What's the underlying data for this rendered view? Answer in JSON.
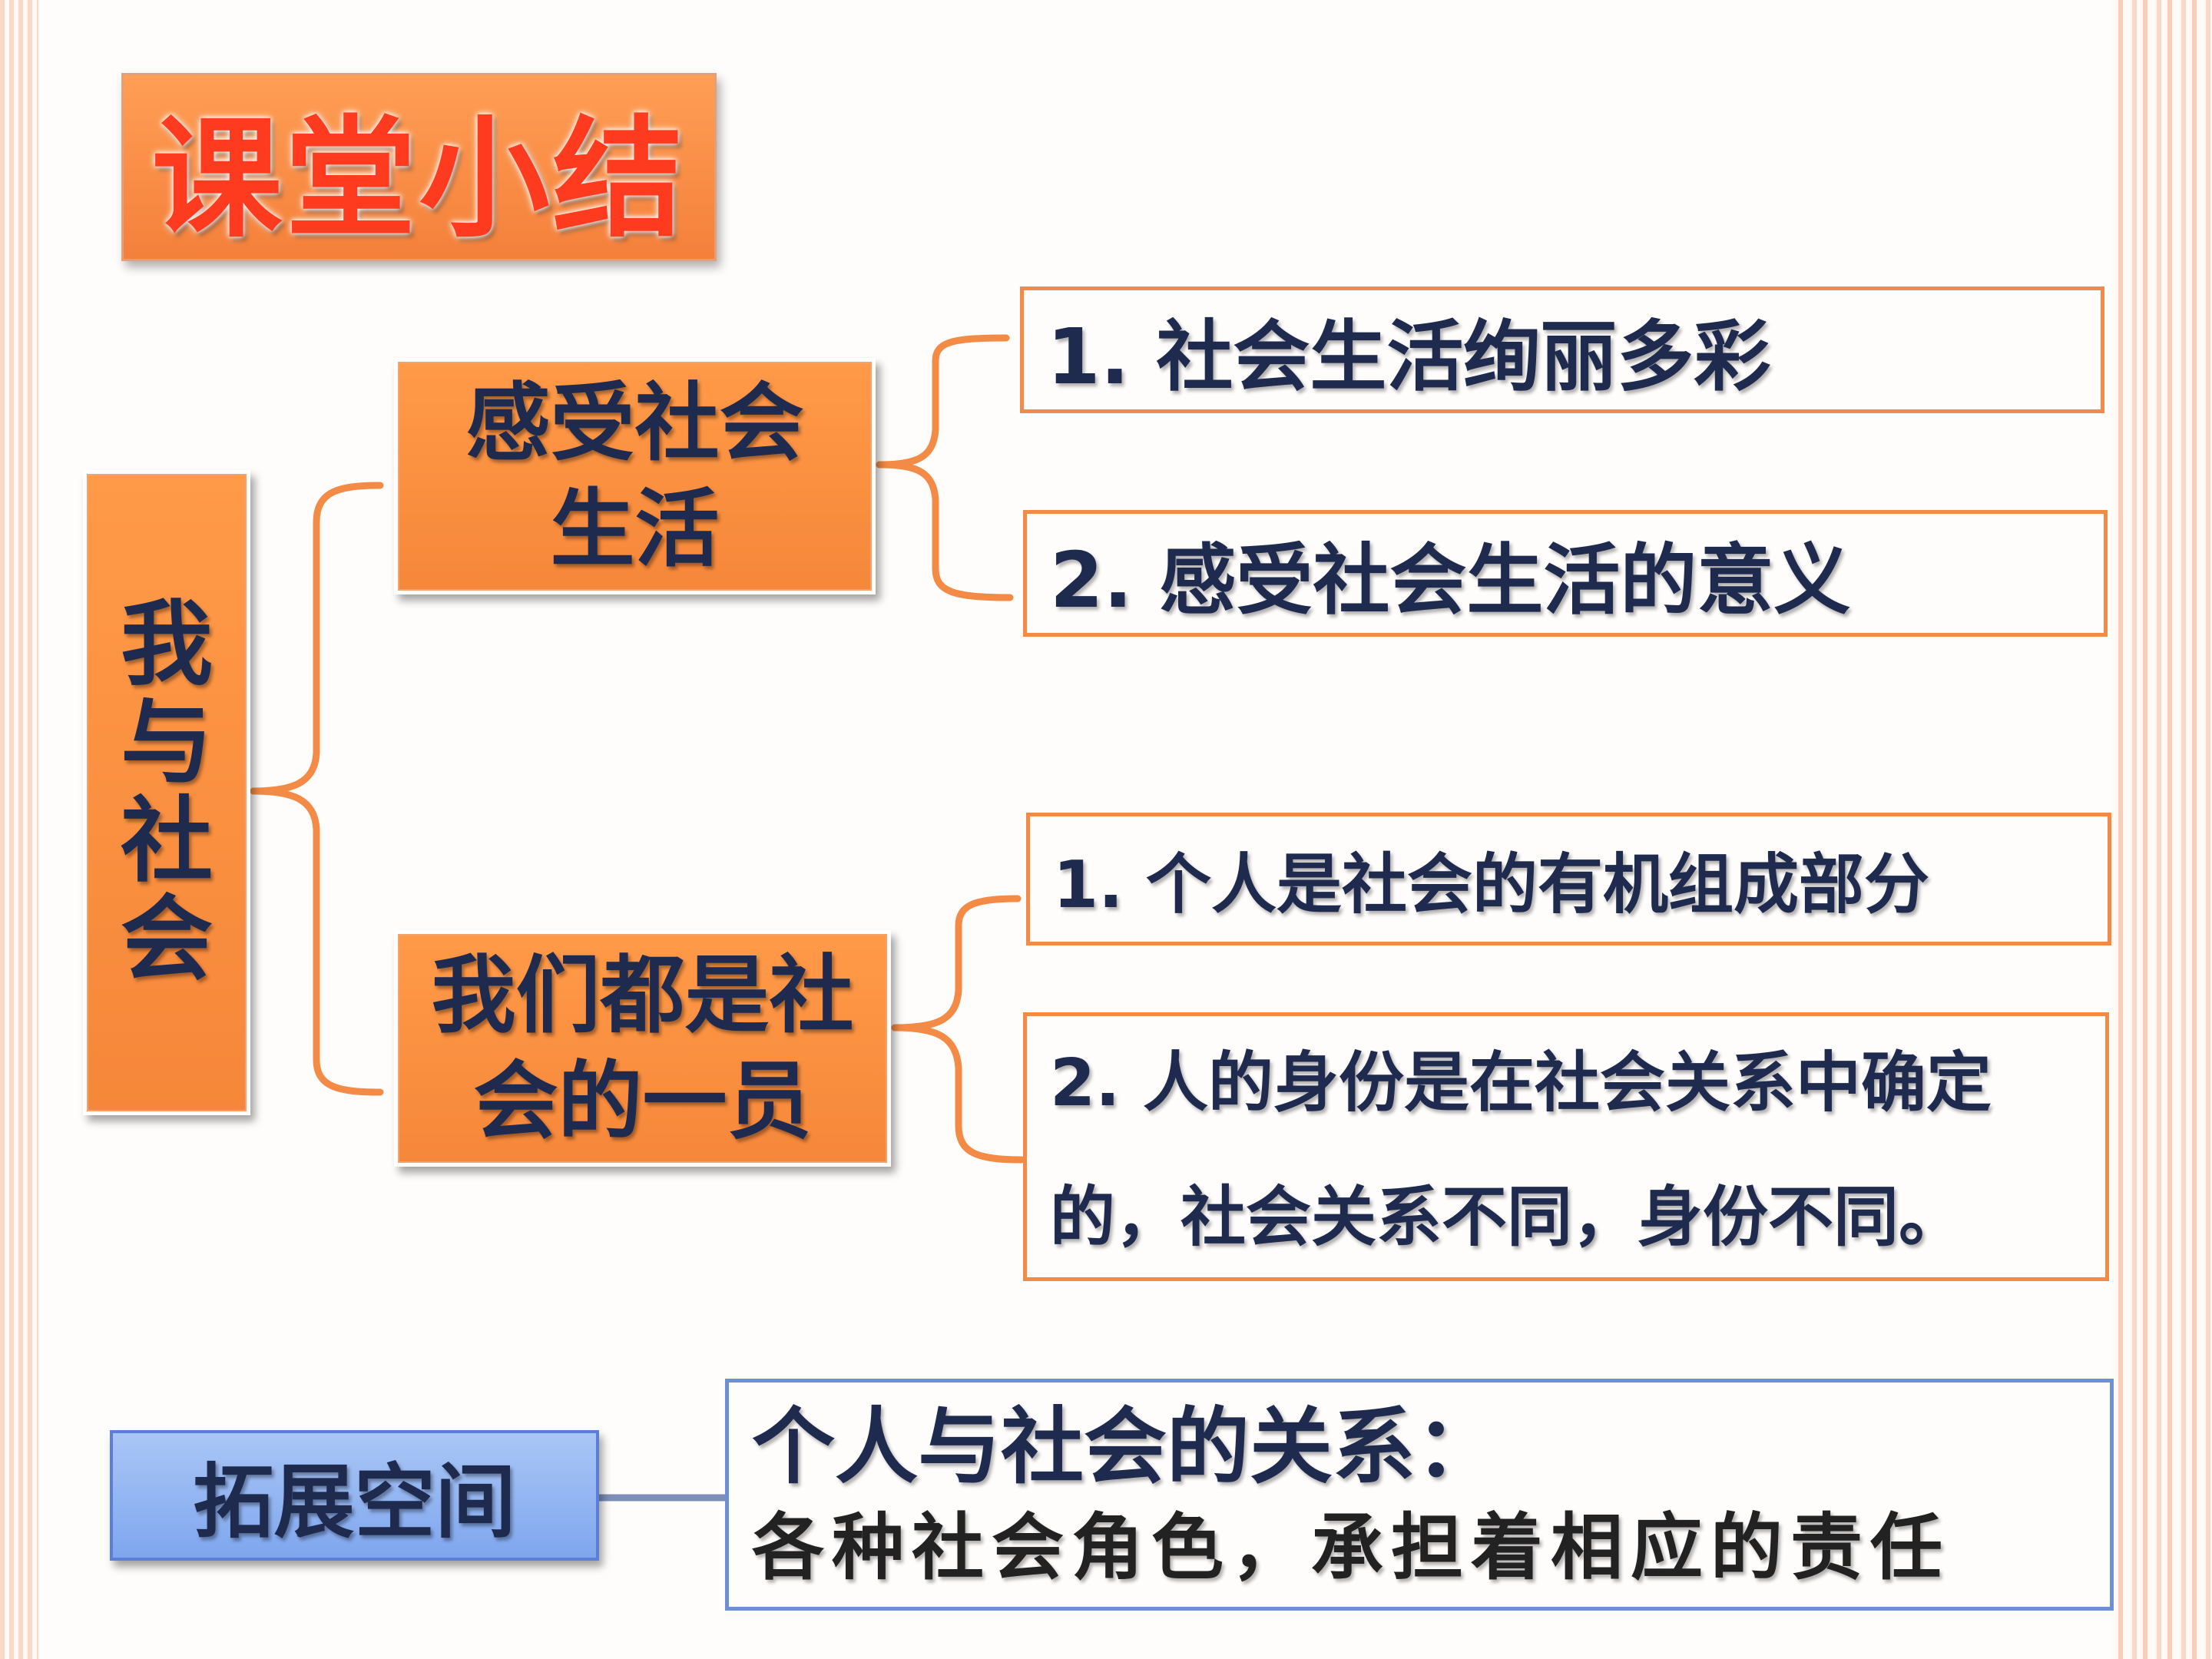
{
  "title": "课堂小结",
  "mindmap": {
    "root": "我与社会",
    "branches": [
      {
        "label_line1": "感受社会",
        "label_line2": "生活",
        "items": [
          {
            "text": "1. 社会生活绚丽多彩"
          },
          {
            "text": "2. 感受社会生活的意义"
          }
        ]
      },
      {
        "label_line1": "我们都是社",
        "label_line2": "会的一员",
        "items": [
          {
            "text": "1. 个人是社会的有机组成部分"
          },
          {
            "line1": "2. 人的身份是在社会关系中确定",
            "line2": "的，社会关系不同，身份不同。"
          }
        ]
      }
    ]
  },
  "extension": {
    "label": "拓展空间",
    "heading": "个人与社会的关系：",
    "body": "各种社会角色，承担着相应的责任"
  },
  "colors": {
    "orange": "#f6873a",
    "title_red": "#ff3b1f",
    "navy_text": "#1f2a4f",
    "blue": "#7fa6ee"
  }
}
